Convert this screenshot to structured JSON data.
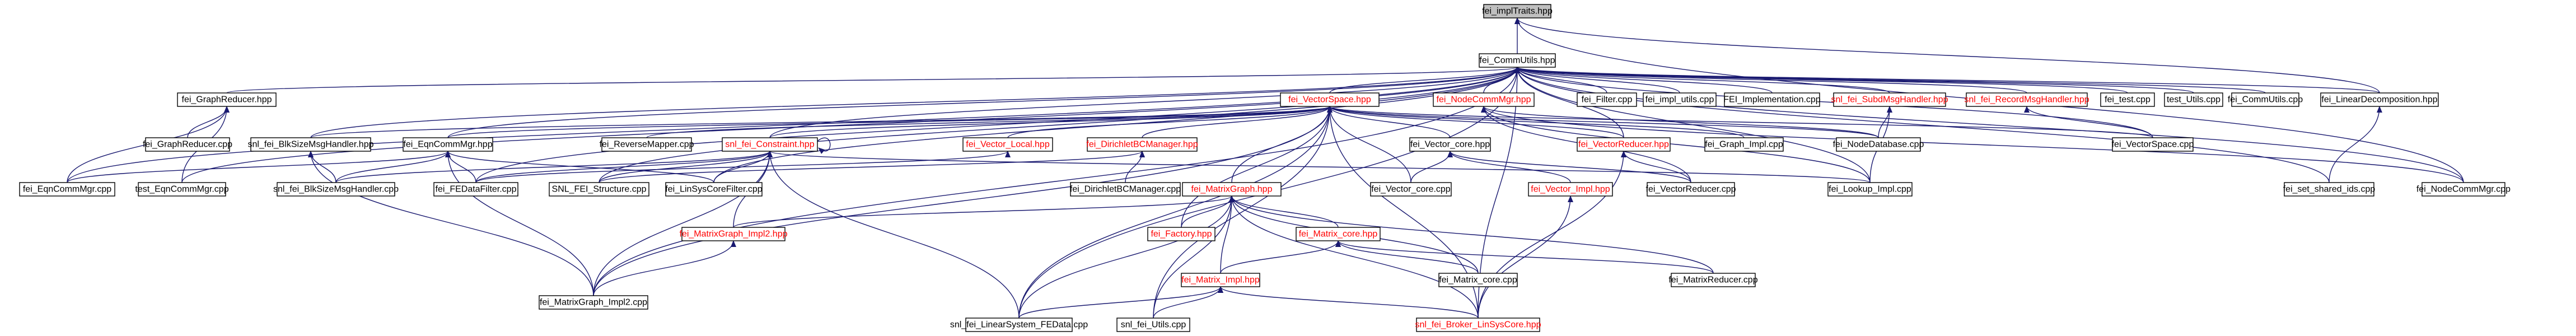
{
  "colors": {
    "edge": "#191970",
    "node_fill": "#ffffff",
    "root_fill": "#bfbfbf",
    "text_normal": "#000000",
    "text_linked_red": "#ff0000"
  },
  "nodes": [
    {
      "id": "n0",
      "label": "fei_implTraits.hpp",
      "root": true
    },
    {
      "id": "n1",
      "label": "fei_CommUtils.hpp"
    },
    {
      "id": "n2",
      "label": "fei_GraphReducer.hpp"
    },
    {
      "id": "n3",
      "label": "fei_VectorSpace.hpp",
      "red": true
    },
    {
      "id": "n4",
      "label": "fei_NodeCommMgr.hpp",
      "red": true
    },
    {
      "id": "n5",
      "label": "fei_Filter.cpp"
    },
    {
      "id": "n6",
      "label": "fei_impl_utils.cpp"
    },
    {
      "id": "n7",
      "label": "FEI_Implementation.cpp"
    },
    {
      "id": "n8",
      "label": "snl_fei_SubdMsgHandler.hpp",
      "red": true
    },
    {
      "id": "n9",
      "label": "snl_fei_RecordMsgHandler.hpp",
      "red": true
    },
    {
      "id": "n10",
      "label": "fei_test.cpp"
    },
    {
      "id": "n11",
      "label": "test_Utils.cpp"
    },
    {
      "id": "n12",
      "label": "fei_CommUtils.cpp"
    },
    {
      "id": "n13",
      "label": "fei_LinearDecomposition.hpp"
    },
    {
      "id": "n14",
      "label": "fei_GraphReducer.cpp"
    },
    {
      "id": "n15",
      "label": "snl_fei_BlkSizeMsgHandler.hpp"
    },
    {
      "id": "n16",
      "label": "fei_EqnCommMgr.hpp"
    },
    {
      "id": "n17",
      "label": "fei_ReverseMapper.cpp"
    },
    {
      "id": "n18",
      "label": "snl_fei_Constraint.hpp",
      "red": true
    },
    {
      "id": "n19",
      "label": "fei_Vector_Local.hpp",
      "red": true
    },
    {
      "id": "n20",
      "label": "fei_DirichletBCManager.hpp",
      "red": true
    },
    {
      "id": "n21",
      "label": "fei_Vector_core.hpp"
    },
    {
      "id": "n22",
      "label": "fei_VectorReducer.hpp",
      "red": true
    },
    {
      "id": "n23",
      "label": "fei_Graph_Impl.cpp"
    },
    {
      "id": "n24",
      "label": "fei_NodeDatabase.cpp"
    },
    {
      "id": "n25",
      "label": "fei_VectorSpace.cpp"
    },
    {
      "id": "n26",
      "label": "fei_set_shared_ids.cpp"
    },
    {
      "id": "n27",
      "label": "fei_NodeCommMgr.cpp"
    },
    {
      "id": "n28",
      "label": "fei_EqnCommMgr.cpp"
    },
    {
      "id": "n29",
      "label": "test_EqnCommMgr.cpp"
    },
    {
      "id": "n30",
      "label": "snl_fei_BlkSizeMsgHandler.cpp"
    },
    {
      "id": "n31",
      "label": "fei_FEDataFilter.cpp"
    },
    {
      "id": "n32",
      "label": "SNL_FEI_Structure.cpp"
    },
    {
      "id": "n33",
      "label": "fei_LinSysCoreFilter.cpp"
    },
    {
      "id": "n34",
      "label": "fei_MatrixGraph.hpp",
      "red": true
    },
    {
      "id": "n35",
      "label": "fei_DirichletBCManager.cpp"
    },
    {
      "id": "n36",
      "label": "fei_Vector_core.cpp"
    },
    {
      "id": "n37",
      "label": "fei_Vector_Impl.hpp",
      "red": true
    },
    {
      "id": "n38",
      "label": "fei_VectorReducer.cpp"
    },
    {
      "id": "n39",
      "label": "fei_Lookup_Impl.cpp"
    },
    {
      "id": "n40",
      "label": "fei_MatrixGraph_Impl2.hpp",
      "red": true
    },
    {
      "id": "n41",
      "label": "fei_Factory.hpp",
      "red": true
    },
    {
      "id": "n42",
      "label": "fei_Matrix_core.hpp",
      "red": true
    },
    {
      "id": "n43",
      "label": "fei_MatrixGraph_Impl2.cpp"
    },
    {
      "id": "n44",
      "label": "fei_Matrix_Impl.hpp",
      "red": true
    },
    {
      "id": "n45",
      "label": "fei_Matrix_core.cpp"
    },
    {
      "id": "n46",
      "label": "fei_MatrixReducer.cpp"
    },
    {
      "id": "n47",
      "label": "snl_fei_LinearSystem_FEData.cpp"
    },
    {
      "id": "n48",
      "label": "snl_fei_Utils.cpp"
    },
    {
      "id": "n49",
      "label": "snl_fei_Broker_LinSysCore.hpp",
      "red": true
    }
  ],
  "edges": [
    [
      "n1",
      "n0"
    ],
    [
      "n13",
      "n0"
    ],
    [
      "n27",
      "n0"
    ],
    [
      "n2",
      "n1"
    ],
    [
      "n3",
      "n1"
    ],
    [
      "n4",
      "n1"
    ],
    [
      "n5",
      "n1"
    ],
    [
      "n6",
      "n1"
    ],
    [
      "n7",
      "n1"
    ],
    [
      "n8",
      "n1"
    ],
    [
      "n9",
      "n1"
    ],
    [
      "n10",
      "n1"
    ],
    [
      "n11",
      "n1"
    ],
    [
      "n12",
      "n1"
    ],
    [
      "n13",
      "n1"
    ],
    [
      "n15",
      "n1"
    ],
    [
      "n16",
      "n1"
    ],
    [
      "n18",
      "n1"
    ],
    [
      "n22",
      "n1"
    ],
    [
      "n25",
      "n1"
    ],
    [
      "n26",
      "n1"
    ],
    [
      "n27",
      "n1"
    ],
    [
      "n28",
      "n1"
    ],
    [
      "n29",
      "n1"
    ],
    [
      "n31",
      "n1"
    ],
    [
      "n32",
      "n1"
    ],
    [
      "n33",
      "n1"
    ],
    [
      "n39",
      "n1"
    ],
    [
      "n43",
      "n1"
    ],
    [
      "n47",
      "n1"
    ],
    [
      "n49",
      "n1"
    ],
    [
      "n14",
      "n2"
    ],
    [
      "n28",
      "n2"
    ],
    [
      "n29",
      "n2"
    ],
    [
      "n15",
      "n3"
    ],
    [
      "n16",
      "n3"
    ],
    [
      "n17",
      "n3"
    ],
    [
      "n18",
      "n3"
    ],
    [
      "n19",
      "n3"
    ],
    [
      "n20",
      "n3"
    ],
    [
      "n21",
      "n3"
    ],
    [
      "n22",
      "n3"
    ],
    [
      "n23",
      "n3"
    ],
    [
      "n24",
      "n3"
    ],
    [
      "n25",
      "n3"
    ],
    [
      "n34",
      "n3"
    ],
    [
      "n36",
      "n3"
    ],
    [
      "n41",
      "n3"
    ],
    [
      "n43",
      "n3"
    ],
    [
      "n47",
      "n3"
    ],
    [
      "n48",
      "n3"
    ],
    [
      "n49",
      "n3"
    ],
    [
      "n27",
      "n4"
    ],
    [
      "n39",
      "n4"
    ],
    [
      "n24",
      "n4"
    ],
    [
      "n38",
      "n4"
    ],
    [
      "n24",
      "n8"
    ],
    [
      "n39",
      "n8"
    ],
    [
      "n25",
      "n9"
    ],
    [
      "n26",
      "n13"
    ],
    [
      "n30",
      "n15"
    ],
    [
      "n43",
      "n15"
    ],
    [
      "n28",
      "n16"
    ],
    [
      "n30",
      "n16"
    ],
    [
      "n31",
      "n16"
    ],
    [
      "n33",
      "n16"
    ],
    [
      "n43",
      "n16"
    ],
    [
      "n18",
      "n18"
    ],
    [
      "n30",
      "n18"
    ],
    [
      "n31",
      "n18"
    ],
    [
      "n32",
      "n18"
    ],
    [
      "n33",
      "n18"
    ],
    [
      "n40",
      "n18"
    ],
    [
      "n43",
      "n18"
    ],
    [
      "n47",
      "n18"
    ],
    [
      "n39",
      "n18"
    ],
    [
      "n31",
      "n19"
    ],
    [
      "n32",
      "n20"
    ],
    [
      "n35",
      "n20"
    ],
    [
      "n36",
      "n21"
    ],
    [
      "n37",
      "n21"
    ],
    [
      "n38",
      "n21"
    ],
    [
      "n38",
      "n22"
    ],
    [
      "n49",
      "n22"
    ],
    [
      "n40",
      "n34"
    ],
    [
      "n41",
      "n34"
    ],
    [
      "n42",
      "n34"
    ],
    [
      "n44",
      "n34"
    ],
    [
      "n45",
      "n34"
    ],
    [
      "n46",
      "n34"
    ],
    [
      "n47",
      "n34"
    ],
    [
      "n48",
      "n34"
    ],
    [
      "n49",
      "n34"
    ],
    [
      "n49",
      "n37"
    ],
    [
      "n43",
      "n40"
    ],
    [
      "n44",
      "n42"
    ],
    [
      "n45",
      "n42"
    ],
    [
      "n46",
      "n42"
    ],
    [
      "n47",
      "n44"
    ],
    [
      "n48",
      "n44"
    ],
    [
      "n49",
      "n44"
    ]
  ]
}
